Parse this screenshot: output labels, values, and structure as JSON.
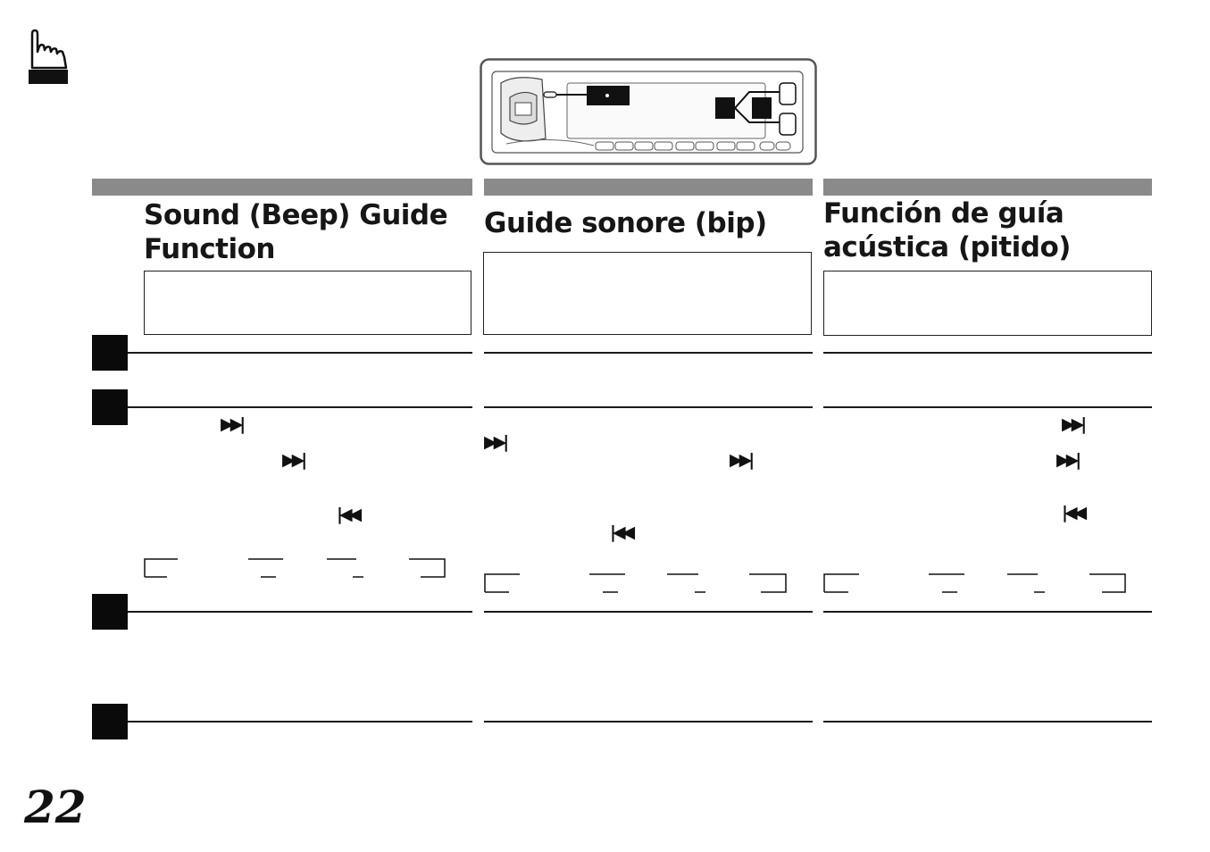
{
  "page": {
    "number": "22"
  },
  "icons": {
    "hand": "pointing-hand-icon",
    "next": "skip-forward-icon",
    "prev": "skip-back-icon"
  },
  "columns": {
    "en": {
      "title_line1": "Sound (Beep) Guide",
      "title_line2": "Function"
    },
    "fr": {
      "title_line1": "Guide sonore (bip)",
      "title_line2": ""
    },
    "es": {
      "title_line1": "Función de guía",
      "title_line2": "acústica (pitido)"
    }
  },
  "glyphs": {
    "next": "▶▶|",
    "prev": "|◀◀"
  }
}
